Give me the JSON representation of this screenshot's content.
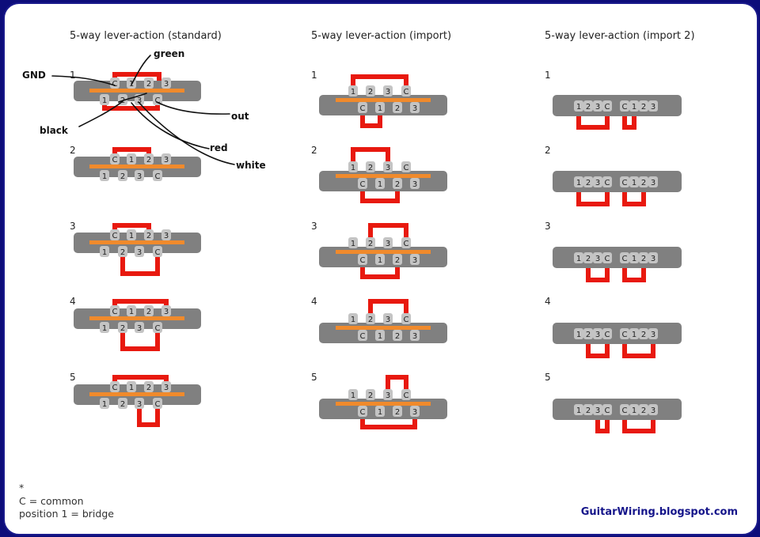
{
  "columns": [
    {
      "title": "5-way lever-action (standard)"
    },
    {
      "title": "5-way lever-action (import)"
    },
    {
      "title": "5-way lever-action (import 2)"
    }
  ],
  "positions": [
    "1",
    "2",
    "3",
    "4",
    "5"
  ],
  "standard": {
    "top_labels": [
      "C",
      "1",
      "2",
      "3"
    ],
    "bottom_labels": [
      "1",
      "2",
      "3",
      "C"
    ]
  },
  "import": {
    "top_labels": [
      "1",
      "2",
      "3",
      "C"
    ],
    "bottom_labels": [
      "C",
      "1",
      "2",
      "3"
    ]
  },
  "import2": {
    "labels": [
      "1",
      "2",
      "3",
      "C",
      "C",
      "1",
      "2",
      "3"
    ]
  },
  "wire_labels": {
    "gnd": "GND",
    "green": "green",
    "black": "black",
    "out": "out",
    "red": "red",
    "white": "white"
  },
  "footnote": {
    "star": "*",
    "common": "C = common",
    "bridge": "position 1 = bridge"
  },
  "brand": "GuitarWiring.blogspot.com",
  "colors": {
    "wiper": "#e8190f",
    "bar": "#f08a2c",
    "body": "#808080",
    "lug": "#c4c4c4",
    "frame": "#0d0d7a"
  }
}
